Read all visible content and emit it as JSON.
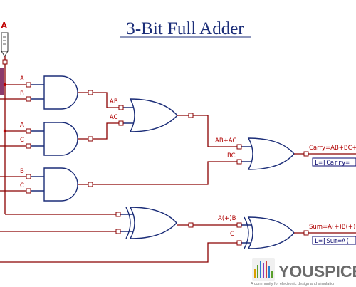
{
  "diagram": {
    "title": "3-Bit Full Adder",
    "input_probe": "A",
    "gate_labels": {
      "and1_a": "A",
      "and1_b": "B",
      "and2_a": "A",
      "and2_c": "C",
      "and3_b": "B",
      "and3_c": "C",
      "ab": "AB",
      "ac": "AC",
      "ab_ac": "AB+AC",
      "bc": "BC",
      "a_xor_b": "A(+)B",
      "xor_c": "C"
    },
    "outputs": {
      "carry_label": "Carry=AB+BC+AC",
      "carry_probe": "L=[Carry=",
      "sum_label": "Sum=A(+)B(+)C",
      "sum_probe": "L=[Sum=A("
    },
    "branding": {
      "logo_text": "YOUSPICE",
      "tagline": "A community for electronic design and simulation"
    },
    "colors": {
      "wire": "#8b0000",
      "gate": "#1b2d78",
      "label": "#b00000",
      "title": "#1b2d78"
    }
  }
}
